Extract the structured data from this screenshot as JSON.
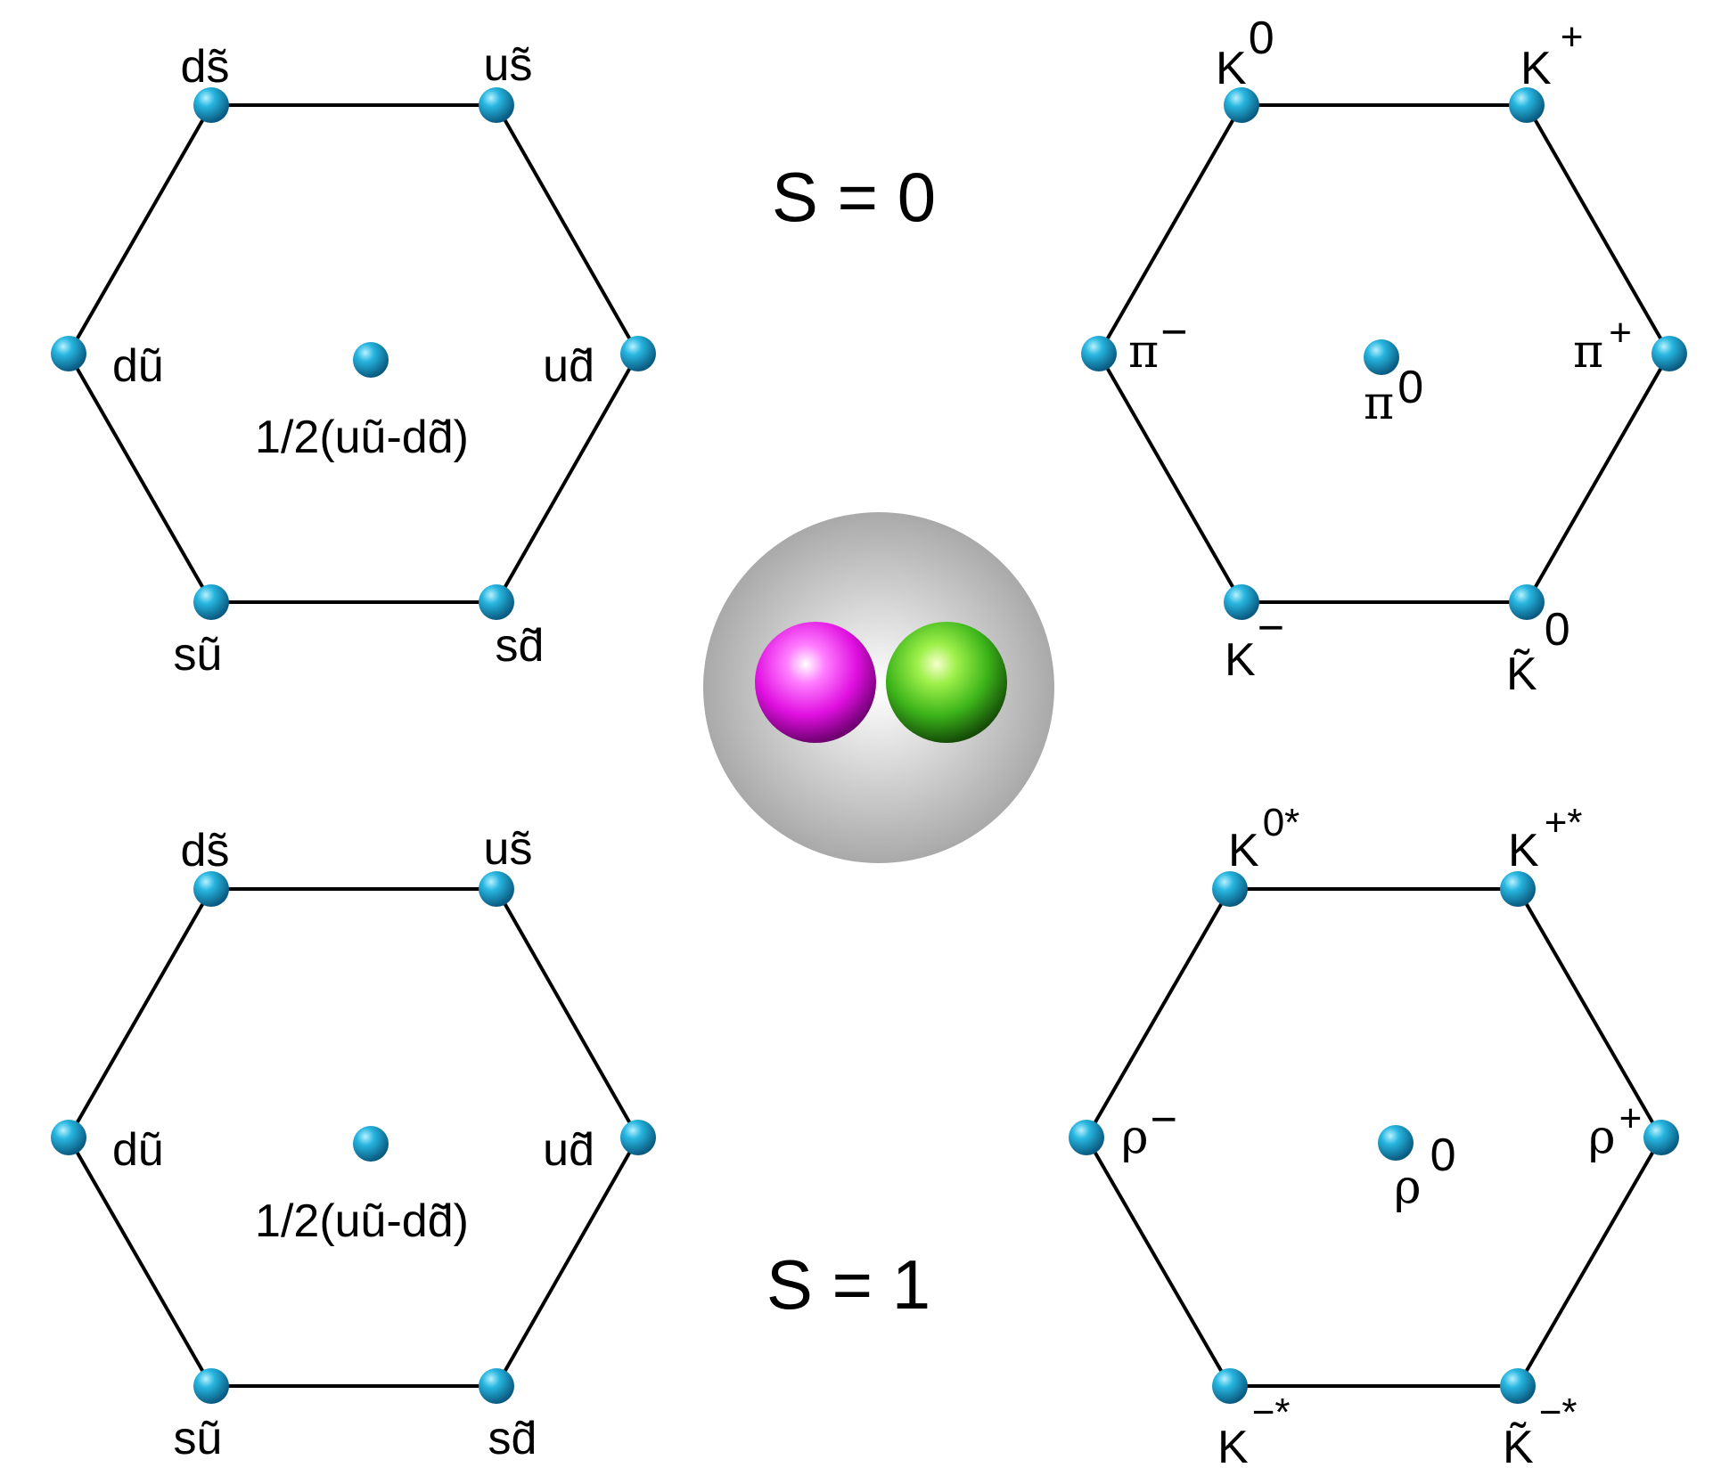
{
  "diagram": {
    "spin_labels": {
      "top": "S = 0",
      "bottom": "S = 1"
    },
    "quark_octet": {
      "top_left": "ds̃",
      "top_right": "us̃",
      "left": "dũ",
      "right": "ud̃",
      "bottom_left": "sũ",
      "bottom_right": "sd̃",
      "center": "1/2(uũ-dd̃)"
    },
    "pseudoscalar_octet": {
      "top_left": {
        "base": "K",
        "sup": "0"
      },
      "top_right": {
        "base": "K",
        "sup": "+"
      },
      "left": {
        "base": "π",
        "sup": "−"
      },
      "right": {
        "base": "π",
        "sup": "+"
      },
      "center": {
        "base": "π",
        "sup": "0"
      },
      "bottom_left": {
        "base": "K",
        "sup": "−"
      },
      "bottom_right": {
        "base": "K̃",
        "sup": "0"
      }
    },
    "vector_octet": {
      "top_left": {
        "base": "K",
        "sup": "0*"
      },
      "top_right": {
        "base": "K",
        "sup": "+*"
      },
      "left": {
        "base": "ρ",
        "sup": "−"
      },
      "right": {
        "base": "ρ",
        "sup": "+"
      },
      "center": {
        "base": "ρ",
        "sup": "0"
      },
      "bottom_left": {
        "base": "K",
        "sup": "−*"
      },
      "bottom_right": {
        "base": "K̃",
        "sup": "−*"
      }
    },
    "colors": {
      "node": "#1aa9d6",
      "node_dark": "#0b5f86",
      "quark_magenta": "#e01ee0",
      "quark_green": "#44c21e",
      "hadron_gray": "#b4b4b4"
    }
  }
}
